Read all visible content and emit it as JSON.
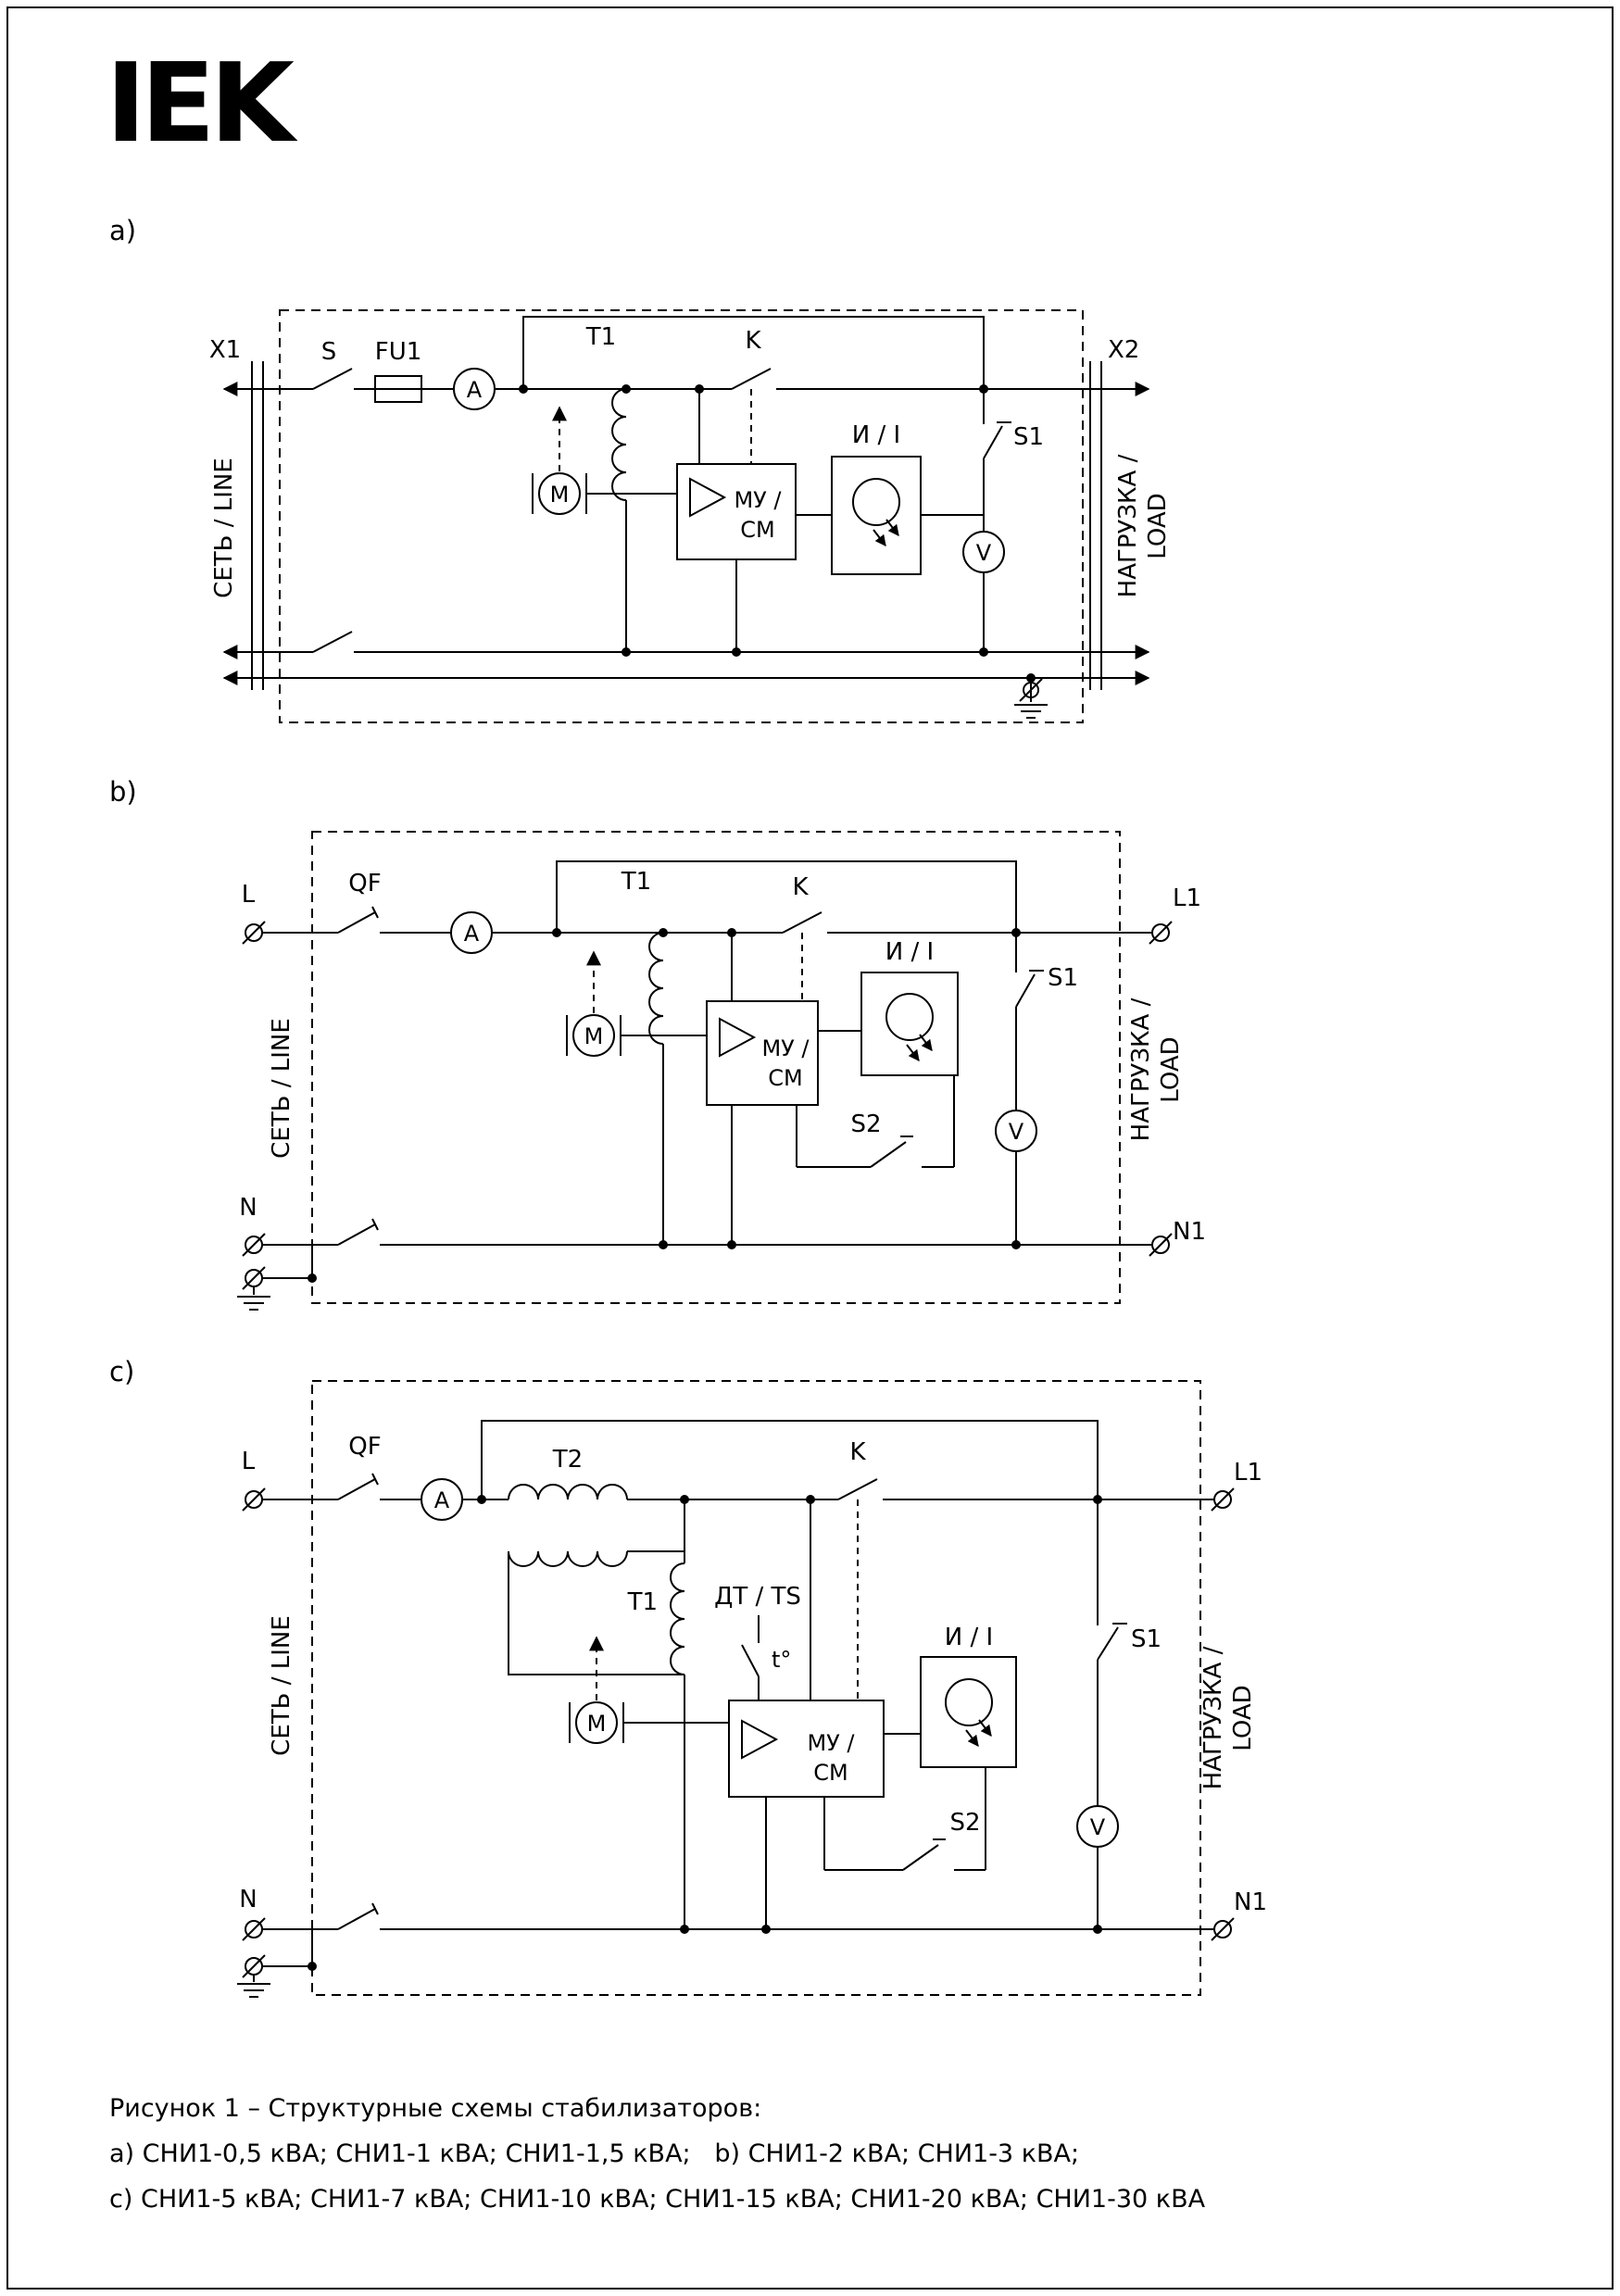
{
  "logo": "IEK",
  "diagram_a": {
    "label": "a)",
    "x1": "X1",
    "x2": "X2",
    "s": "S",
    "fu1": "FU1",
    "ammeter": "A",
    "t1": "T1",
    "k": "K",
    "motor": "M",
    "mu": "МУ /",
    "sm": "СМ",
    "indicator": "И / I",
    "s1": "S1",
    "voltmeter": "V",
    "line_label": "СЕТЬ / LINE",
    "load_label_1": "НАГРУЗКА /",
    "load_label_2": "LOAD"
  },
  "diagram_b": {
    "label": "b)",
    "l": "L",
    "l1": "L1",
    "n": "N",
    "n1": "N1",
    "qf": "QF",
    "ammeter": "A",
    "t1": "T1",
    "k": "K",
    "motor": "M",
    "mu": "МУ /",
    "sm": "СМ",
    "indicator": "И / I",
    "s1": "S1",
    "s2": "S2",
    "voltmeter": "V",
    "line_label": "СЕТЬ / LINE",
    "load_label_1": "НАГРУЗКА /",
    "load_label_2": "LOAD"
  },
  "diagram_c": {
    "label": "c)",
    "l": "L",
    "l1": "L1",
    "n": "N",
    "n1": "N1",
    "qf": "QF",
    "ammeter": "A",
    "t2": "T2",
    "t1": "T1",
    "dt": "ДТ / TS",
    "t_deg": "t°",
    "k": "K",
    "motor": "M",
    "mu": "МУ /",
    "sm": "СМ",
    "indicator": "И / I",
    "s1": "S1",
    "s2": "S2",
    "voltmeter": "V",
    "line_label": "СЕТЬ / LINE",
    "load_label_1": "НАГРУЗКА /",
    "load_label_2": "LOAD"
  },
  "caption": {
    "line1": "Рисунок 1 – Структурные схемы стабилизаторов:",
    "line2": "a) СНИ1-0,5 кВА; СНИ1-1 кВА; СНИ1-1,5 кВА;   b) СНИ1-2 кВА; СНИ1-3 кВА;",
    "line3": "c) СНИ1-5 кВА; СНИ1-7 кВА; СНИ1-10 кВА; СНИ1-15 кВА; СНИ1-20 кВА; СНИ1-30 кВА"
  }
}
